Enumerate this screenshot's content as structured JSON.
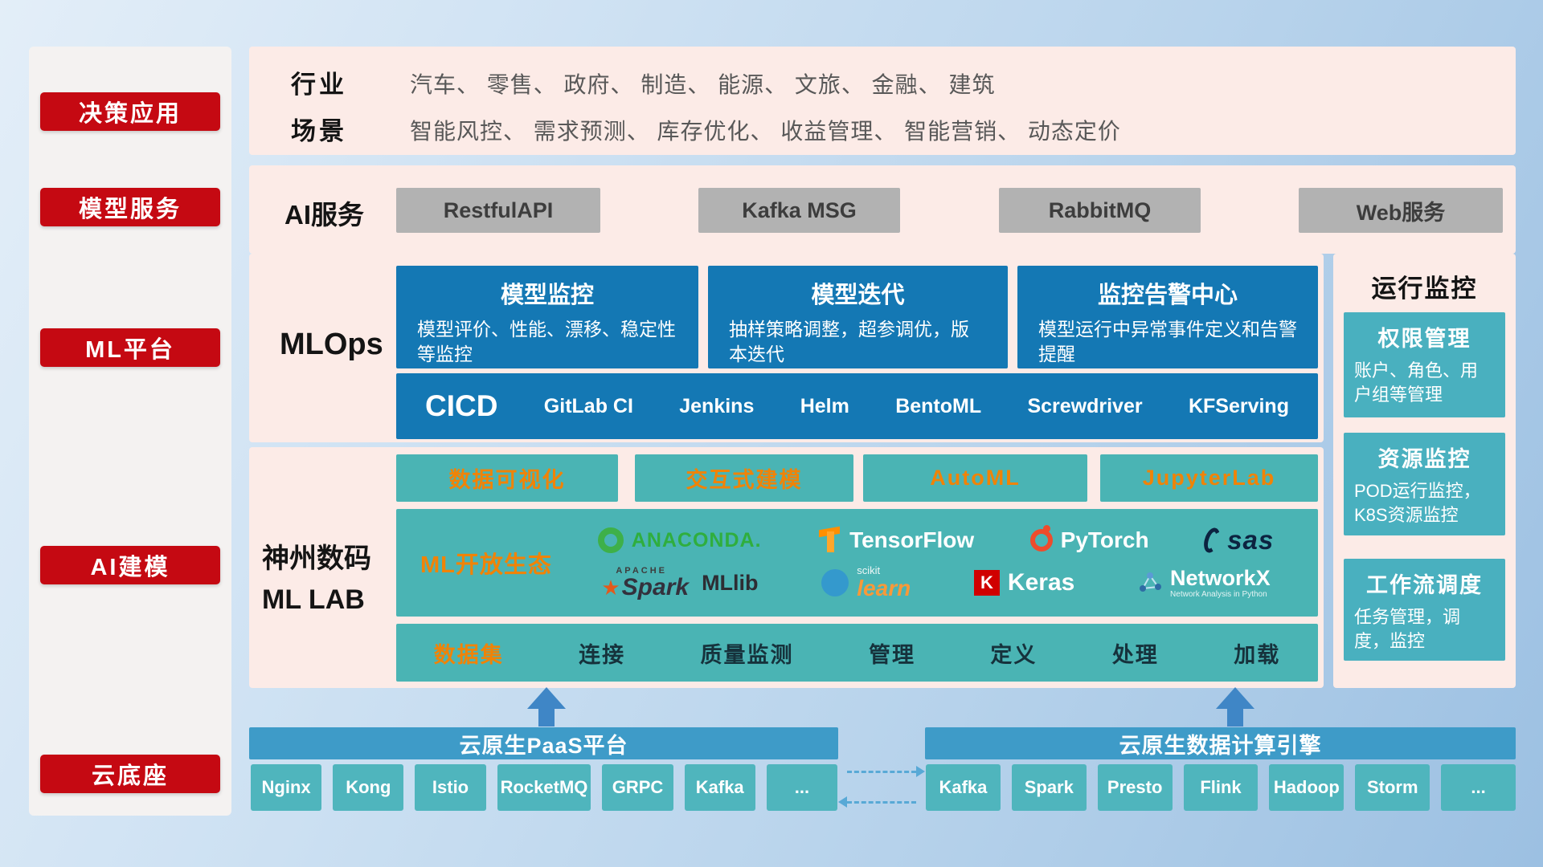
{
  "palette": {
    "red": "#c50912",
    "pink": "#fcebe7",
    "blue": "#1478b4",
    "teal": "#4ab4b4",
    "teal_card": "#49b0bf",
    "header_blue": "#3e9bc8",
    "chip_teal": "#4fb5bd",
    "orange": "#f08307",
    "gray_btn": "#b2b2b2",
    "arrow_blue": "#3f86c6"
  },
  "sidebar": {
    "items": [
      {
        "label": "决策应用"
      },
      {
        "label": "模型服务"
      },
      {
        "label": "ML平台"
      },
      {
        "label": "AI建模"
      },
      {
        "label": "云底座"
      }
    ]
  },
  "industry": {
    "row1_label": "行业",
    "row1_text": "汽车、 零售、 政府、 制造、 能源、 文旅、 金融、 建筑",
    "row2_label": "场景",
    "row2_text": "智能风控、 需求预测、 库存优化、 收益管理、 智能营销、 动态定价"
  },
  "ai_services": {
    "label": "AI服务",
    "buttons": [
      "RestfulAPI",
      "Kafka MSG",
      "RabbitMQ",
      "Web服务"
    ]
  },
  "mlops": {
    "label": "MLOps",
    "cards": [
      {
        "title": "模型监控",
        "desc": "模型评价、性能、漂移、稳定性等监控"
      },
      {
        "title": "模型迭代",
        "desc": "抽样策略调整，超参调优，版本迭代"
      },
      {
        "title": "监控告警中心",
        "desc": "模型运行中异常事件定义和告警提醒"
      }
    ],
    "cicd": {
      "title": "CICD",
      "items": [
        "GitLab CI",
        "Jenkins",
        "Helm",
        "BentoML",
        "Screwdriver",
        "KFServing"
      ]
    }
  },
  "mllab": {
    "label_line1": "神州数码",
    "label_line2": "ML LAB",
    "tools": [
      "数据可视化",
      "交互式建模",
      "AutoML",
      "JupyterLab"
    ],
    "eco": {
      "label": "ML开放生态",
      "logos": {
        "anaconda": "ANACONDA.",
        "tensorflow": "TensorFlow",
        "pytorch": "PyTorch",
        "sas": "sas",
        "spark_apache": "APACHE",
        "spark": "Spark",
        "mllib": "MLlib",
        "sklearn_top": "scikit",
        "sklearn": "learn",
        "keras_k": "K",
        "keras": "Keras",
        "networkx": "NetworkX",
        "networkx_sub": "Network Analysis in Python"
      }
    },
    "dataset": {
      "first": "数据集",
      "items": [
        "连接",
        "质量监测",
        "管理",
        "定义",
        "处理",
        "加载"
      ]
    }
  },
  "monitor": {
    "title": "运行监控",
    "cards": [
      {
        "title": "权限管理",
        "desc": "账户、角色、用户组等管理"
      },
      {
        "title": "资源监控",
        "desc": "POD运行监控，K8S资源监控"
      },
      {
        "title": "工作流调度",
        "desc": "任务管理，调度，监控"
      }
    ]
  },
  "bottom": {
    "left": {
      "title": "云原生PaaS平台",
      "buttons": [
        "Nginx",
        "Kong",
        "Istio",
        "RocketMQ",
        "GRPC",
        "Kafka",
        "..."
      ]
    },
    "right": {
      "title": "云原生数据计算引擎",
      "buttons": [
        "Kafka",
        "Spark",
        "Presto",
        "Flink",
        "Hadoop",
        "Storm",
        "..."
      ]
    }
  }
}
